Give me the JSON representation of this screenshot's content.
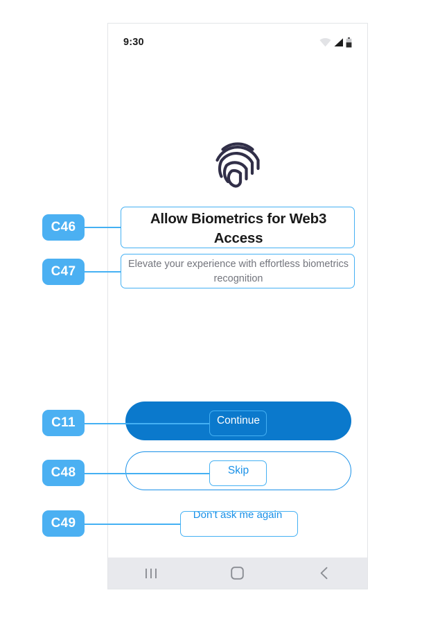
{
  "status_bar": {
    "time": "9:30",
    "icons": [
      "wifi-icon",
      "cellular-signal-icon",
      "battery-icon"
    ]
  },
  "hero": {
    "icon": "fingerprint-icon"
  },
  "content": {
    "title": "Allow Biometrics for Web3 Access",
    "subtitle": "Elevate your experience with effortless biometrics recognition"
  },
  "actions": {
    "primary_label": "Continue",
    "secondary_label": "Skip",
    "tertiary_label": "Don’t ask me again"
  },
  "nav_bar": {
    "recents_icon": "recents-icon",
    "home_icon": "home-icon",
    "back_icon": "back-icon"
  },
  "annotations": [
    {
      "id": "C46",
      "target": "title"
    },
    {
      "id": "C47",
      "target": "subtitle"
    },
    {
      "id": "C11",
      "target": "continue-button"
    },
    {
      "id": "C48",
      "target": "skip-button"
    },
    {
      "id": "C49",
      "target": "dont-ask-again-button"
    }
  ],
  "colors": {
    "primary_blue": "#0B79CC",
    "link_blue": "#1890E8",
    "annotation_blue": "#44B0F3",
    "badge_blue": "#4BB0F2",
    "title_text": "#1A1A1A",
    "subtitle_text": "#73757D",
    "fingerprint": "#312F48",
    "nav_bar_bg": "#E8E9ED",
    "frame_border": "#E3E5E8"
  }
}
